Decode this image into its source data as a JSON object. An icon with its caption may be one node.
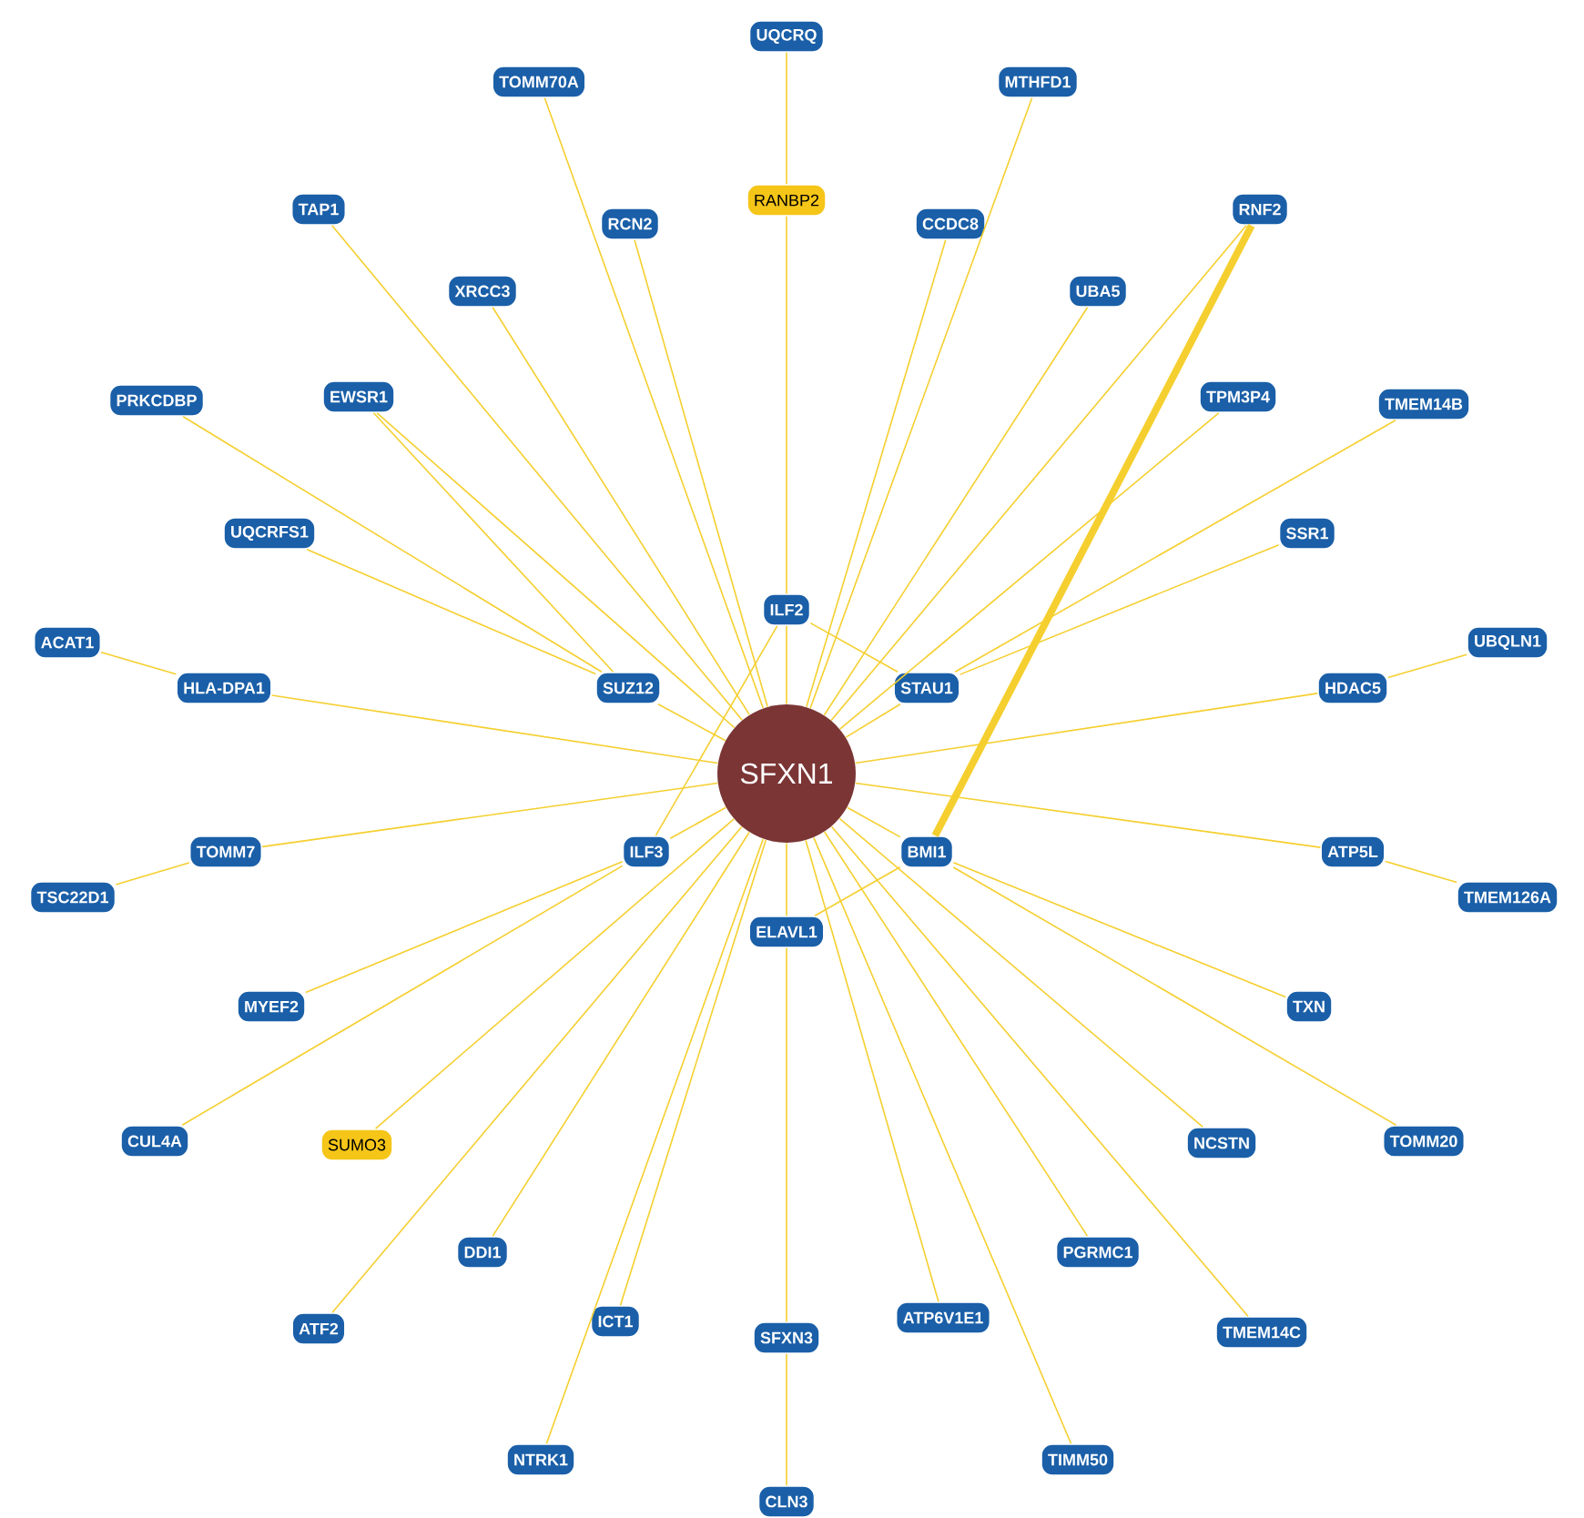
{
  "diagram": {
    "nodes": [
      {
        "text": [
          "UQCRQ"
        ]
      },
      {
        "text": [
          "TOMM70A"
        ]
      },
      {
        "text": [
          "MTHFD1"
        ]
      },
      {
        "text": [
          "RANBP2"
        ]
      },
      {
        "text": [
          "TAP1"
        ]
      },
      {
        "text": [
          "RNF2"
        ]
      },
      {
        "text": [
          "RCN2"
        ]
      },
      {
        "text": [
          "CCDC8"
        ]
      },
      {
        "text": [
          "XRCC3"
        ]
      },
      {
        "text": [
          "UBA5"
        ]
      },
      {
        "text": [
          "EWSR1"
        ]
      },
      {
        "text": [
          "PRKCDBP"
        ]
      },
      {
        "text": [
          "TPM3P4"
        ]
      },
      {
        "text": [
          "TMEM14B"
        ]
      },
      {
        "text": [
          "UQCRFS1"
        ]
      },
      {
        "text": [
          "SSR1"
        ]
      },
      {
        "text": [
          "ILF2"
        ]
      },
      {
        "text": [
          "ACAT1"
        ]
      },
      {
        "text": [
          "UBQLN1"
        ]
      },
      {
        "text": [
          "HLA-DPA1"
        ]
      },
      {
        "text": [
          "SUZ12"
        ]
      },
      {
        "text": [
          "STAU1"
        ]
      },
      {
        "text": [
          "HDAC5"
        ]
      },
      {
        "text": [
          "SFXN1"
        ]
      },
      {
        "text": [
          "TOMM7"
        ]
      },
      {
        "text": [
          "ILF3"
        ]
      },
      {
        "text": [
          "BMI1"
        ]
      },
      {
        "text": [
          "ATP5L"
        ]
      },
      {
        "text": [
          "TSC22D1"
        ]
      },
      {
        "text": [
          "TMEM126A"
        ]
      },
      {
        "text": [
          "ELAVL1"
        ]
      },
      {
        "text": [
          "MYEF2"
        ]
      },
      {
        "text": [
          "TXN"
        ]
      },
      {
        "text": [
          "CUL4A"
        ]
      },
      {
        "text": [
          "SUMO3"
        ]
      },
      {
        "text": [
          "NCSTN"
        ]
      },
      {
        "text": [
          "TOMM20"
        ]
      },
      {
        "text": [
          "DDI1"
        ]
      },
      {
        "text": [
          "PGRMC1"
        ]
      },
      {
        "text": [
          "ICT1"
        ]
      },
      {
        "text": [
          "ATP6V1E1"
        ]
      },
      {
        "text": [
          "ATF2"
        ]
      },
      {
        "text": [
          "TMEM14C"
        ]
      },
      {
        "text": [
          "SFXN3"
        ]
      },
      {
        "text": [
          "NTRK1"
        ]
      },
      {
        "text": [
          "TIMM50"
        ]
      },
      {
        "text": [
          "CLN3"
        ]
      }
    ],
    "edges": [
      {
        "from": 0,
        "to": 3,
        "arrow": "none"
      },
      {
        "from": 3,
        "to": 16,
        "arrow": "none"
      },
      {
        "from": 16,
        "to": 23,
        "arrow": "none"
      },
      {
        "from": 1,
        "to": 23,
        "arrow": "none"
      },
      {
        "from": 2,
        "to": 23,
        "arrow": "none"
      },
      {
        "from": 4,
        "to": 23,
        "arrow": "none"
      },
      {
        "from": 5,
        "to": 23,
        "arrow": "none"
      },
      {
        "from": 5,
        "to": 26,
        "arrow": "none",
        "style": "thick"
      },
      {
        "from": 6,
        "to": 23,
        "arrow": "none"
      },
      {
        "from": 7,
        "to": 23,
        "arrow": "none"
      },
      {
        "from": 8,
        "to": 23,
        "arrow": "none"
      },
      {
        "from": 9,
        "to": 23,
        "arrow": "none"
      },
      {
        "from": 10,
        "to": 20,
        "arrow": "none"
      },
      {
        "from": 10,
        "to": 23,
        "arrow": "none"
      },
      {
        "from": 11,
        "to": 20,
        "arrow": "none"
      },
      {
        "from": 12,
        "to": 23,
        "arrow": "none"
      },
      {
        "from": 13,
        "to": 21,
        "arrow": "none"
      },
      {
        "from": 14,
        "to": 20,
        "arrow": "none"
      },
      {
        "from": 15,
        "to": 21,
        "arrow": "none"
      },
      {
        "from": 16,
        "to": 25,
        "arrow": "none"
      },
      {
        "from": 16,
        "to": 21,
        "arrow": "none"
      },
      {
        "from": 17,
        "to": 19,
        "arrow": "none"
      },
      {
        "from": 18,
        "to": 22,
        "arrow": "none"
      },
      {
        "from": 19,
        "to": 23,
        "arrow": "none"
      },
      {
        "from": 20,
        "to": 23,
        "arrow": "none"
      },
      {
        "from": 21,
        "to": 23,
        "arrow": "none"
      },
      {
        "from": 22,
        "to": 23,
        "arrow": "none"
      },
      {
        "from": 24,
        "to": 23,
        "arrow": "none"
      },
      {
        "from": 25,
        "to": 23,
        "arrow": "none"
      },
      {
        "from": 26,
        "to": 23,
        "arrow": "none"
      },
      {
        "from": 27,
        "to": 23,
        "arrow": "none"
      },
      {
        "from": 28,
        "to": 24,
        "arrow": "none"
      },
      {
        "from": 29,
        "to": 27,
        "arrow": "none"
      },
      {
        "from": 30,
        "to": 23,
        "arrow": "none"
      },
      {
        "from": 26,
        "to": 30,
        "arrow": "none"
      },
      {
        "from": 31,
        "to": 25,
        "arrow": "none"
      },
      {
        "from": 26,
        "to": 32,
        "arrow": "none"
      },
      {
        "from": 33,
        "to": 25,
        "arrow": "none"
      },
      {
        "from": 34,
        "to": 23,
        "arrow": "none"
      },
      {
        "from": 35,
        "to": 23,
        "arrow": "none"
      },
      {
        "from": 26,
        "to": 36,
        "arrow": "none"
      },
      {
        "from": 37,
        "to": 23,
        "arrow": "none"
      },
      {
        "from": 38,
        "to": 23,
        "arrow": "none"
      },
      {
        "from": 39,
        "to": 23,
        "arrow": "none"
      },
      {
        "from": 40,
        "to": 23,
        "arrow": "none"
      },
      {
        "from": 41,
        "to": 23,
        "arrow": "none"
      },
      {
        "from": 42,
        "to": 23,
        "arrow": "none"
      },
      {
        "from": 30,
        "to": 43,
        "arrow": "none"
      },
      {
        "from": 44,
        "to": 23,
        "arrow": "none"
      },
      {
        "from": 45,
        "to": 23,
        "arrow": "none"
      },
      {
        "from": 43,
        "to": 46,
        "arrow": "none"
      }
    ]
  }
}
